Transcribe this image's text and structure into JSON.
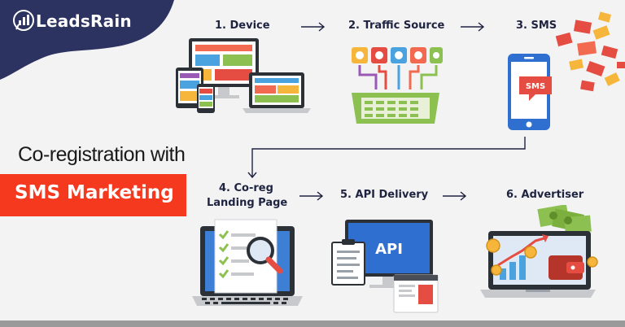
{
  "brand": {
    "name": "LeadsRain",
    "logo_icon": "chart-bubble-icon"
  },
  "title": {
    "line1": "Co-registration with",
    "line2": "SMS Marketing"
  },
  "steps": [
    {
      "label": "1. Device",
      "icon": "devices-icon"
    },
    {
      "label": "2. Traffic Source",
      "icon": "traffic-funnel-icon"
    },
    {
      "label": "3. SMS",
      "icon": "phone-sms-icon"
    },
    {
      "label_line1": "4. Co-reg",
      "label_line2": "Landing Page",
      "icon": "landing-page-laptop-icon"
    },
    {
      "label": "5. API Delivery",
      "icon": "api-monitor-icon"
    },
    {
      "label": "6. Advertiser",
      "icon": "money-laptop-icon"
    }
  ],
  "api_screen_text": "API",
  "phone_bubble_text": "SMS",
  "colors": {
    "navy": "#1e2340",
    "brand_blob": "#2c3361",
    "accent_red": "#f5391f",
    "phone_blue": "#2f6fd0",
    "money_green": "#8cc152"
  }
}
